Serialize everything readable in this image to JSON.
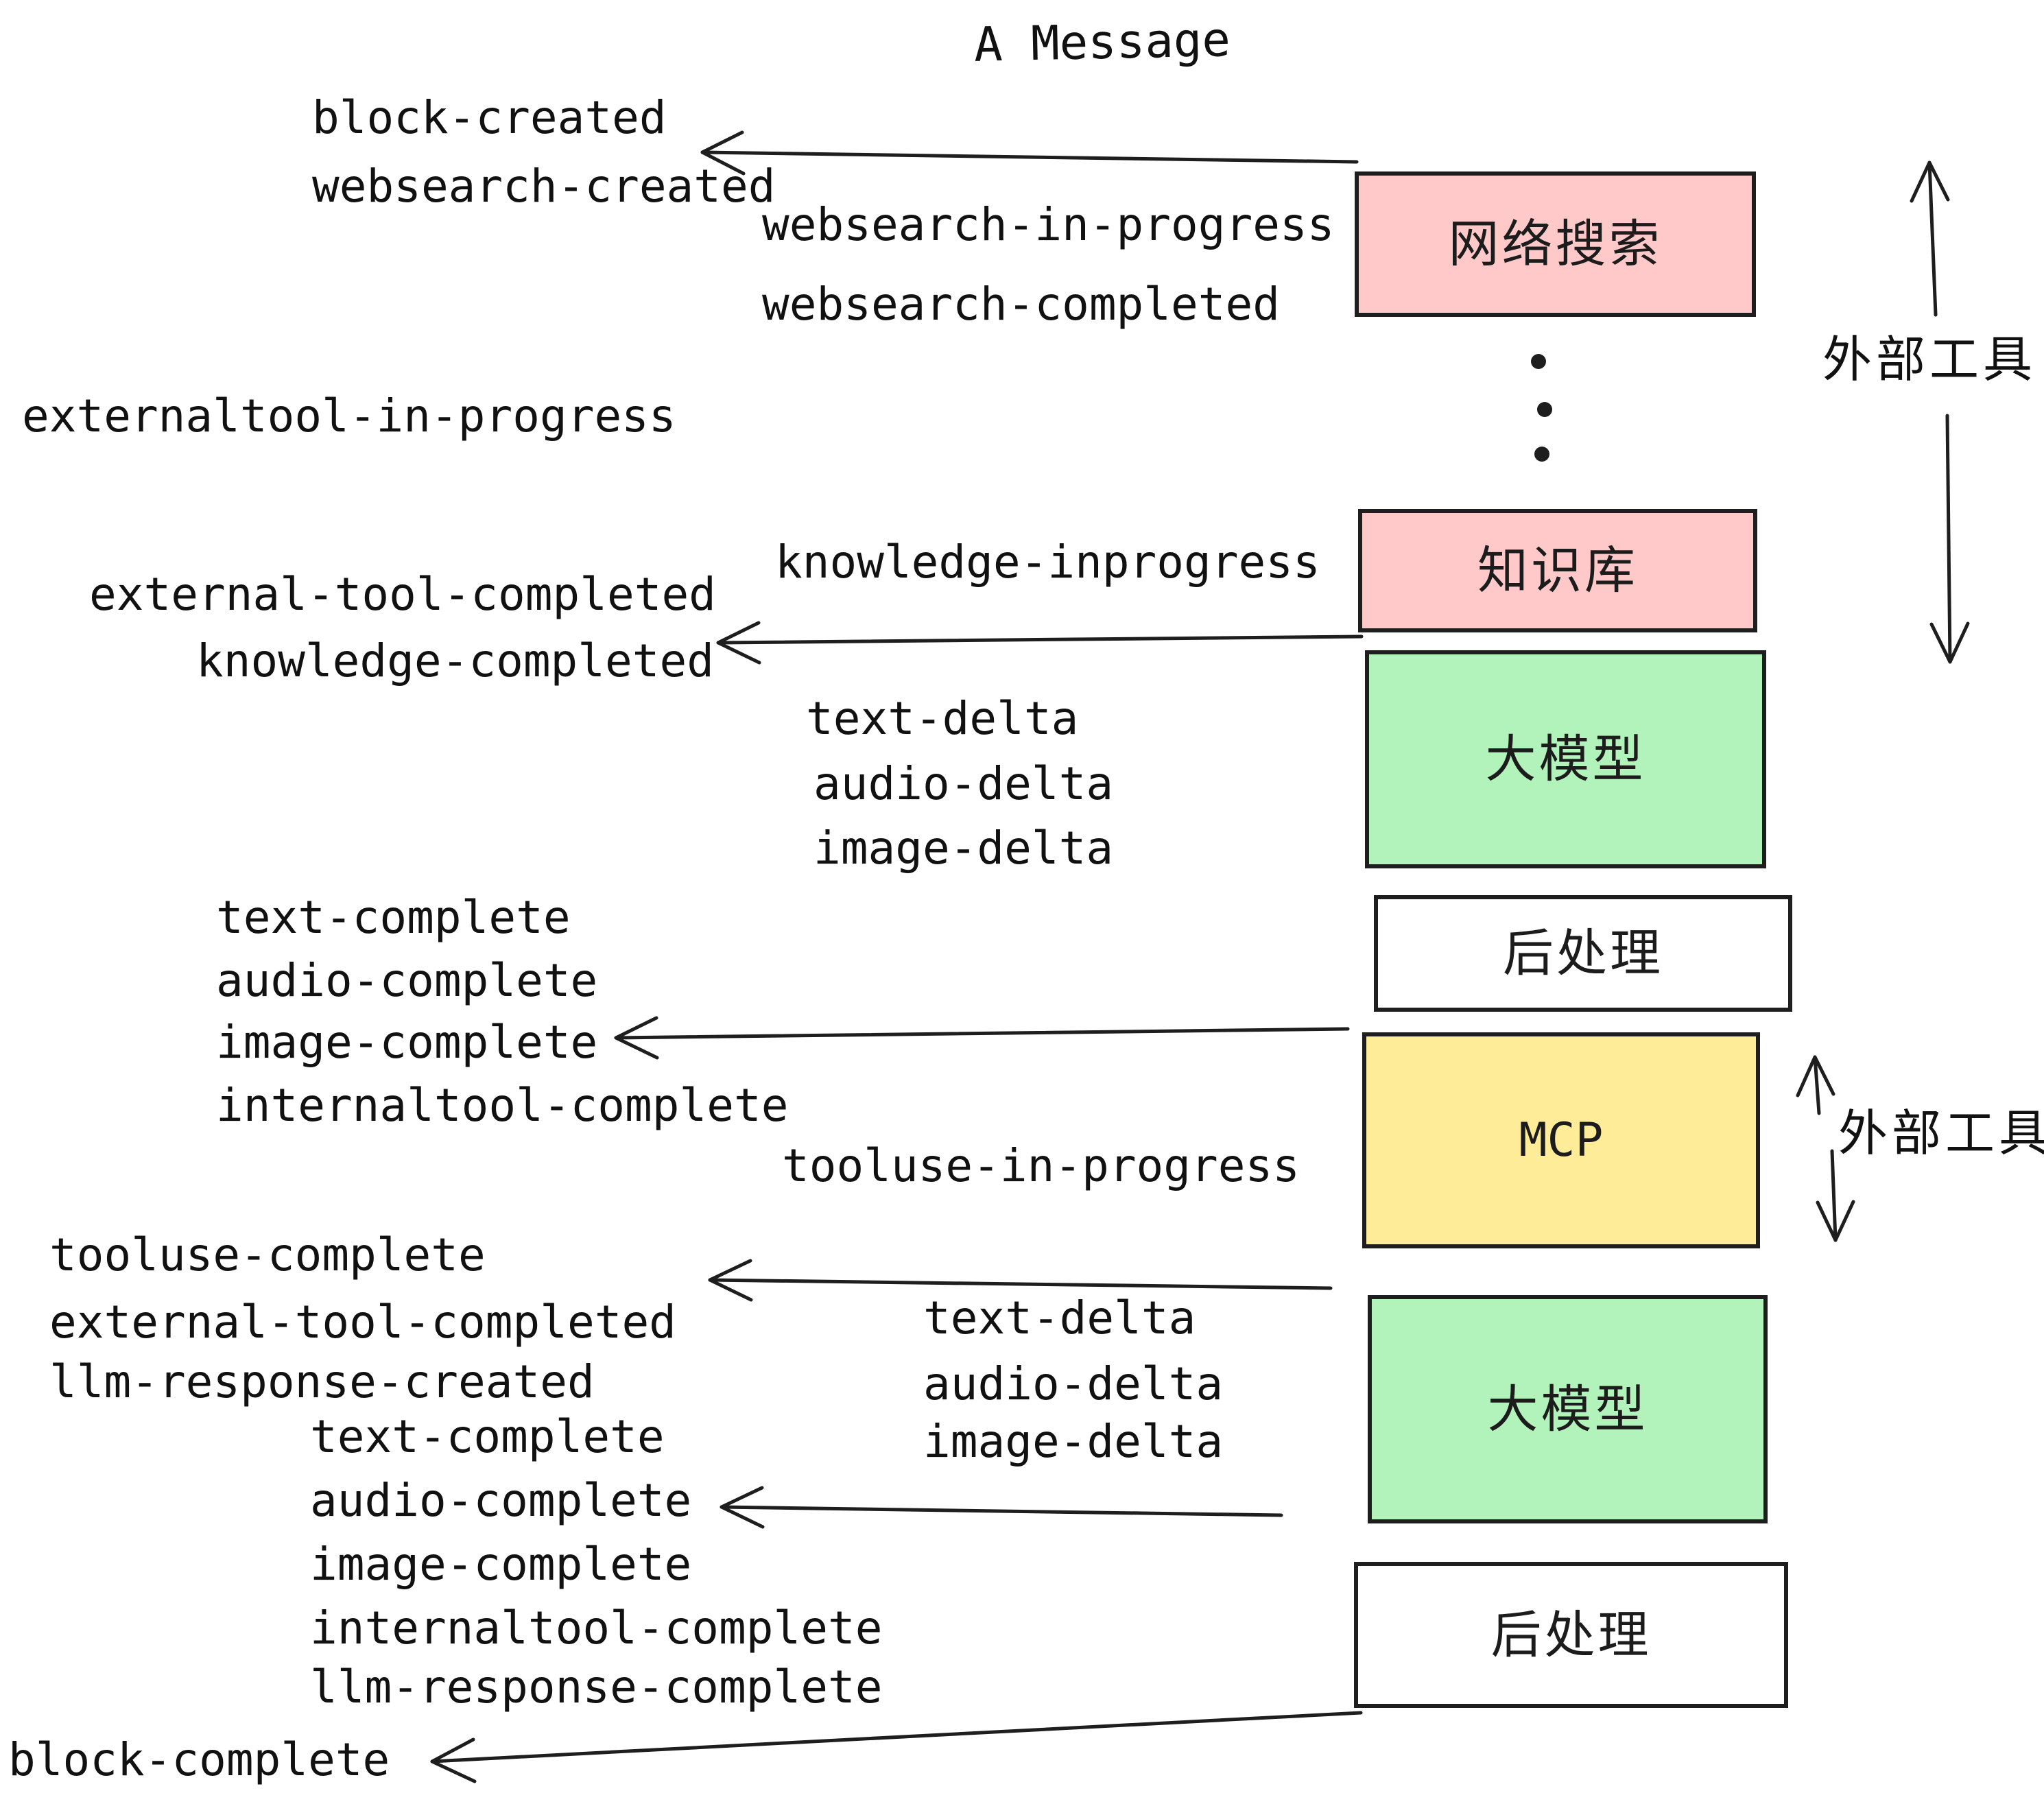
{
  "title": "A Message",
  "colors": {
    "box_pink": "#ffc9c9",
    "box_green": "#b2f2bb",
    "box_yellow": "#ffec99",
    "box_white": "#ffffff",
    "stroke": "#1e1e1e",
    "text": "#111111",
    "background": "#ffffff"
  },
  "boxes": {
    "websearch": {
      "label": "网络搜索",
      "color": "#ffc9c9"
    },
    "knowledge": {
      "label": "知识库",
      "color": "#ffc9c9"
    },
    "llm1": {
      "label": "大模型",
      "color": "#b2f2bb"
    },
    "post1": {
      "label": "后处理",
      "color": "#ffffff"
    },
    "mcp": {
      "label": "MCP",
      "color": "#ffec99"
    },
    "llm2": {
      "label": "大模型",
      "color": "#b2f2bb"
    },
    "post2": {
      "label": "后处理",
      "color": "#ffffff"
    }
  },
  "side_labels": {
    "external_tools_top": "外部工具",
    "external_tools_mcp": "外部工具"
  },
  "events": {
    "top": {
      "block_created": "block-created",
      "websearch_created": "websearch-created",
      "websearch_in_progress": "websearch-in-progress",
      "websearch_completed": "websearch-completed",
      "externaltool_in_progress": "externaltool-in-progress",
      "knowledge_inprogress": "knowledge-inprogress",
      "external_tool_completed": "external-tool-completed",
      "knowledge_completed": "knowledge-completed"
    },
    "llm1": {
      "text_delta": "text-delta",
      "audio_delta": "audio-delta",
      "image_delta": "image-delta",
      "text_complete": "text-complete",
      "audio_complete": "audio-complete",
      "image_complete": "image-complete",
      "internaltool_complete": "internaltool-complete"
    },
    "mcp": {
      "tooluse_in_progress": "tooluse-in-progress",
      "tooluse_complete": "tooluse-complete",
      "external_tool_completed": "external-tool-completed",
      "llm_response_created": "llm-response-created"
    },
    "llm2": {
      "text_delta": "text-delta",
      "audio_delta": "audio-delta",
      "image_delta": "image-delta",
      "text_complete": "text-complete",
      "audio_complete": "audio-complete",
      "image_complete": "image-complete",
      "internaltool_complete": "internaltool-complete",
      "llm_response_complete": "llm-response-complete"
    },
    "bottom": {
      "block_complete": "block-complete"
    }
  }
}
